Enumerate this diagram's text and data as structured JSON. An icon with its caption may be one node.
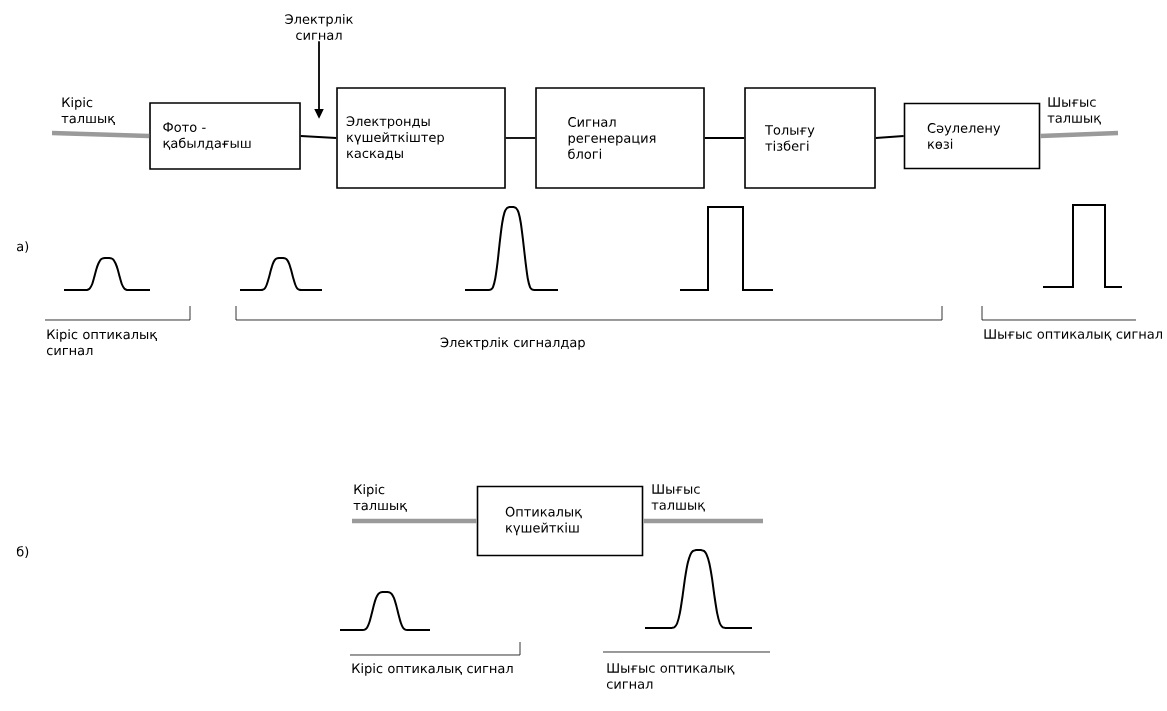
{
  "diagram": {
    "nodes": [
      {
        "text": [
          "Электрлік сигнал"
        ]
      },
      {
        "text": [
          "Фото - қабылдағыш"
        ]
      },
      {
        "text": [
          "Электронды күшейткіштер каскады"
        ]
      },
      {
        "text": [
          "Сигнал регенерация блогі"
        ]
      },
      {
        "text": [
          "Толығу тізбегі"
        ]
      },
      {
        "text": [
          "Сәулелену көзі"
        ]
      },
      {
        "text": [
          "Оптикалық күшейткіш"
        ]
      }
    ],
    "edges": [
      {
        "from": null,
        "to": 1,
        "arrow": "none",
        "label": "Кіріс талшық",
        "style": "thick",
        "color": "#9a9a9a"
      },
      {
        "from": 1,
        "to": 2,
        "arrow": "none"
      },
      {
        "from": 0,
        "to": null,
        "arrow": "to"
      },
      {
        "from": 2,
        "to": 3,
        "arrow": "none"
      },
      {
        "from": 3,
        "to": 4,
        "arrow": "none"
      },
      {
        "from": 4,
        "to": 5,
        "arrow": "none"
      },
      {
        "from": 5,
        "to": null,
        "arrow": "none",
        "label": "Шығыс талшық",
        "style": "thick",
        "color": "#9a9a9a"
      },
      {
        "from": null,
        "to": 6,
        "arrow": "none",
        "label": "Кіріс талшық",
        "style": "thick",
        "color": "#9a9a9a"
      },
      {
        "from": 6,
        "to": null,
        "arrow": "none",
        "label": "Шығыс талшық",
        "style": "thick",
        "color": "#9a9a9a"
      }
    ],
    "labels": [
      "а)",
      "Кіріс оптикалық сигнал",
      "Электрлік сигналдар",
      "Шығыс оптикалық сигнал",
      "б)",
      "Кіріс оптикалық сигнал",
      "Шығыс оптикалық сигнал"
    ]
  }
}
